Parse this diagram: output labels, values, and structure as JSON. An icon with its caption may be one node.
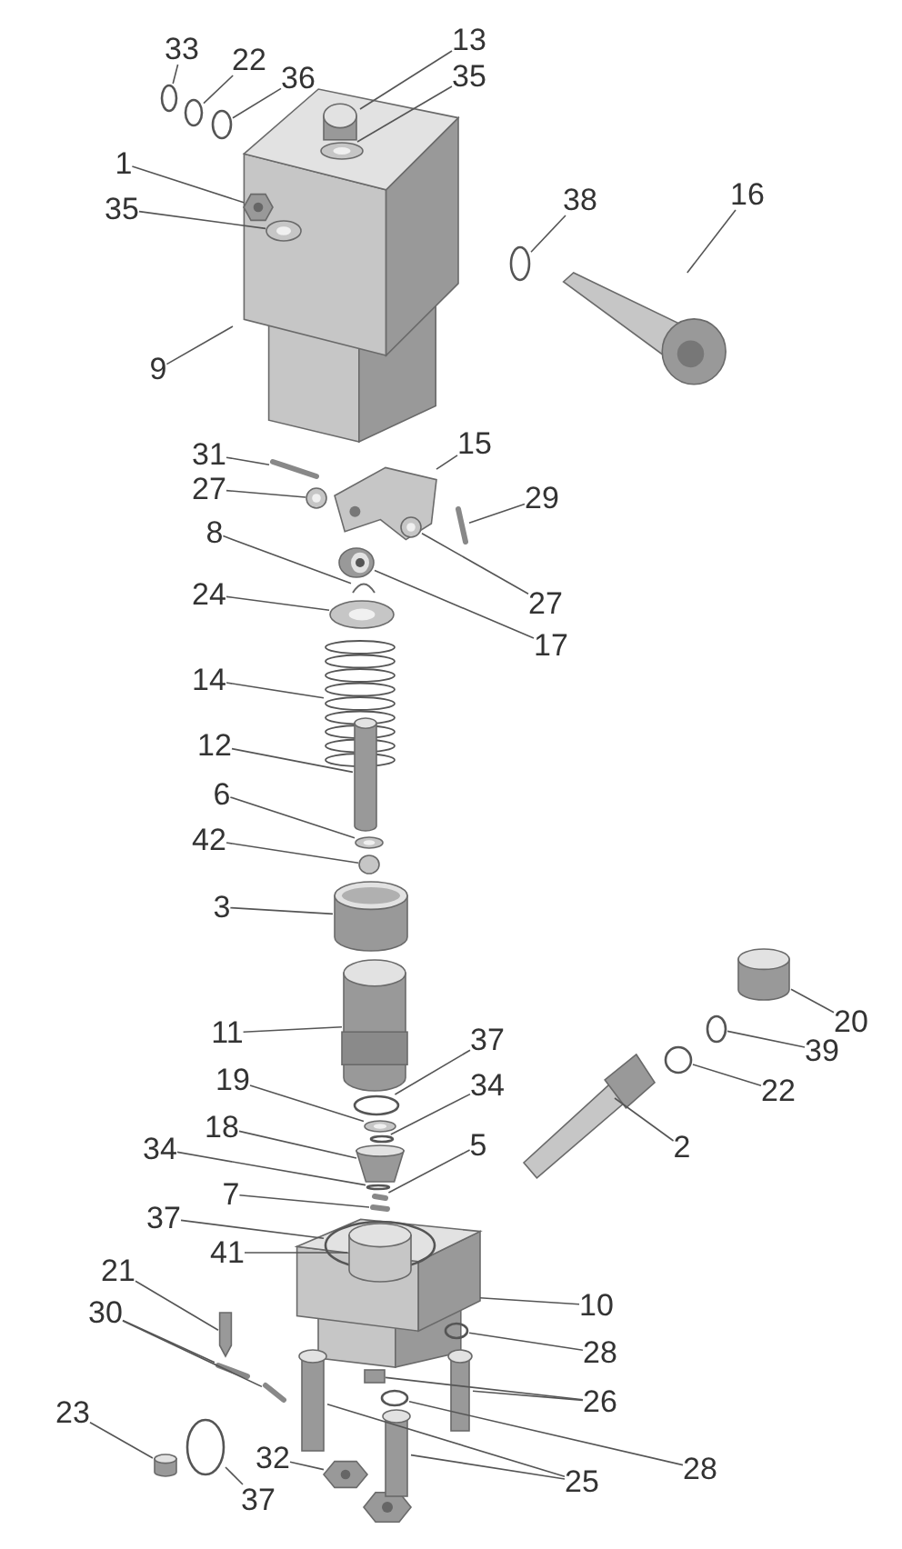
{
  "diagram": {
    "nodes": [
      {
        "text": [
          "33"
        ]
      },
      {
        "text": [],
        "shape": "ring"
      },
      {
        "text": [
          "22"
        ]
      },
      {
        "text": [],
        "shape": "ring"
      },
      {
        "text": [
          "36"
        ]
      },
      {
        "text": [],
        "shape": "ring"
      },
      {
        "text": [],
        "shape": "block"
      },
      {
        "text": [
          "13"
        ]
      },
      {
        "text": [],
        "shape": "cap",
        "in": 6
      },
      {
        "text": [
          "35"
        ]
      },
      {
        "text": [],
        "shape": "washer",
        "in": 6
      },
      {
        "text": [
          "1"
        ]
      },
      {
        "text": [],
        "shape": "nut",
        "in": 6
      },
      {
        "text": [
          "35"
        ]
      },
      {
        "text": [],
        "shape": "washer",
        "in": 6
      },
      {
        "text": [
          "38"
        ]
      },
      {
        "text": [],
        "shape": "ring"
      },
      {
        "text": [
          "16"
        ]
      },
      {
        "text": [],
        "shape": "arm"
      },
      {
        "text": [
          "9"
        ]
      },
      {
        "text": [
          "31"
        ]
      },
      {
        "text": [],
        "shape": "pin"
      },
      {
        "text": [
          "27"
        ]
      },
      {
        "text": [],
        "shape": "washer"
      },
      {
        "text": [
          "15"
        ]
      },
      {
        "text": [],
        "shape": "lever"
      },
      {
        "text": [],
        "shape": "washer",
        "in": 25
      },
      {
        "text": [
          "29"
        ]
      },
      {
        "text": [],
        "shape": "pin"
      },
      {
        "text": [
          "8"
        ]
      },
      {
        "text": [],
        "shape": "clip"
      },
      {
        "text": [
          "27"
        ]
      },
      {
        "text": [
          "17"
        ]
      },
      {
        "text": [],
        "shape": "roller"
      },
      {
        "text": [
          "24"
        ]
      },
      {
        "text": [],
        "shape": "washer"
      },
      {
        "text": [
          "14"
        ]
      },
      {
        "text": [],
        "shape": "spring"
      },
      {
        "text": [
          "12"
        ]
      },
      {
        "text": [],
        "shape": "rod"
      },
      {
        "text": [
          "6"
        ]
      },
      {
        "text": [],
        "shape": "washer"
      },
      {
        "text": [
          "42"
        ]
      },
      {
        "text": [],
        "shape": "ball"
      },
      {
        "text": [
          "3"
        ]
      },
      {
        "text": [],
        "shape": "cup"
      },
      {
        "text": [
          "20"
        ]
      },
      {
        "text": [],
        "shape": "plug"
      },
      {
        "text": [
          "39"
        ]
      },
      {
        "text": [],
        "shape": "ring"
      },
      {
        "text": [
          "11"
        ]
      },
      {
        "text": [],
        "shape": "sleeve"
      },
      {
        "text": [
          "37"
        ]
      },
      {
        "text": [],
        "shape": "ring"
      },
      {
        "text": [
          "22"
        ]
      },
      {
        "text": [],
        "shape": "ring"
      },
      {
        "text": [
          "19"
        ]
      },
      {
        "text": [],
        "shape": "washer"
      },
      {
        "text": [
          "34"
        ]
      },
      {
        "text": [],
        "shape": "ring"
      },
      {
        "text": [
          "18"
        ]
      },
      {
        "text": [],
        "shape": "valve"
      },
      {
        "text": [
          "2"
        ]
      },
      {
        "text": [],
        "shape": "shaft"
      },
      {
        "text": [
          "34"
        ]
      },
      {
        "text": [],
        "shape": "ring"
      },
      {
        "text": [
          "5"
        ]
      },
      {
        "text": [],
        "shape": "pin"
      },
      {
        "text": [
          "7"
        ]
      },
      {
        "text": [],
        "shape": "pin"
      },
      {
        "text": [
          "37"
        ]
      },
      {
        "text": [],
        "shape": "block"
      },
      {
        "text": [],
        "shape": "ring",
        "in": 71
      },
      {
        "text": [
          "41"
        ]
      },
      {
        "text": [],
        "shape": "boss",
        "in": 71
      },
      {
        "text": [
          "10"
        ]
      },
      {
        "text": [
          "21"
        ]
      },
      {
        "text": [],
        "shape": "screw"
      },
      {
        "text": [
          "30"
        ]
      },
      {
        "text": [],
        "shape": "pin"
      },
      {
        "text": [],
        "shape": "pin"
      },
      {
        "text": [
          "28"
        ]
      },
      {
        "text": [],
        "shape": "ring",
        "in": 71
      },
      {
        "text": [
          "26"
        ]
      },
      {
        "text": [],
        "shape": "stub"
      },
      {
        "text": [],
        "shape": "bolt"
      },
      {
        "text": [],
        "shape": "bolt"
      },
      {
        "text": [
          "23"
        ]
      },
      {
        "text": [],
        "shape": "plug"
      },
      {
        "text": [],
        "shape": "ring"
      },
      {
        "text": [],
        "shape": "bolt"
      },
      {
        "text": [
          "37"
        ]
      },
      {
        "text": [],
        "shape": "ring"
      },
      {
        "text": [
          "32"
        ]
      },
      {
        "text": [],
        "shape": "nut"
      },
      {
        "text": [
          "25"
        ]
      },
      {
        "text": [
          "28"
        ]
      }
    ],
    "edges": [
      {
        "from": 0,
        "to": 1,
        "arrow": "none"
      },
      {
        "from": 2,
        "to": 3,
        "arrow": "none"
      },
      {
        "from": 4,
        "to": 5,
        "arrow": "none"
      },
      {
        "from": 7,
        "to": 8,
        "arrow": "none"
      },
      {
        "from": 9,
        "to": 10,
        "arrow": "none"
      },
      {
        "from": 11,
        "to": 12,
        "arrow": "none"
      },
      {
        "from": 13,
        "to": 14,
        "arrow": "none"
      },
      {
        "from": 15,
        "to": 16,
        "arrow": "none"
      },
      {
        "from": 17,
        "to": 18,
        "arrow": "none"
      },
      {
        "from": 19,
        "to": 6,
        "arrow": "none"
      },
      {
        "from": 20,
        "to": 21,
        "arrow": "none"
      },
      {
        "from": 22,
        "to": 23,
        "arrow": "none"
      },
      {
        "from": 24,
        "to": 25,
        "arrow": "none"
      },
      {
        "from": 27,
        "to": 28,
        "arrow": "none"
      },
      {
        "from": 29,
        "to": 30,
        "arrow": "none"
      },
      {
        "from": 31,
        "to": 26,
        "arrow": "none"
      },
      {
        "from": 32,
        "to": 33,
        "arrow": "none"
      },
      {
        "from": 34,
        "to": 35,
        "arrow": "none"
      },
      {
        "from": 36,
        "to": 37,
        "arrow": "none"
      },
      {
        "from": 38,
        "to": 39,
        "arrow": "none"
      },
      {
        "from": 40,
        "to": 41,
        "arrow": "none"
      },
      {
        "from": 42,
        "to": 43,
        "arrow": "none"
      },
      {
        "from": 44,
        "to": 45,
        "arrow": "none"
      },
      {
        "from": 46,
        "to": 47,
        "arrow": "none"
      },
      {
        "from": 48,
        "to": 49,
        "arrow": "none"
      },
      {
        "from": 50,
        "to": 51,
        "arrow": "none"
      },
      {
        "from": 52,
        "to": 53,
        "arrow": "none"
      },
      {
        "from": 54,
        "to": 55,
        "arrow": "none"
      },
      {
        "from": 56,
        "to": 57,
        "arrow": "none"
      },
      {
        "from": 58,
        "to": 59,
        "arrow": "none"
      },
      {
        "from": 60,
        "to": 61,
        "arrow": "none"
      },
      {
        "from": 62,
        "to": 63,
        "arrow": "none"
      },
      {
        "from": 64,
        "to": 65,
        "arrow": "none"
      },
      {
        "from": 66,
        "to": 67,
        "arrow": "none"
      },
      {
        "from": 68,
        "to": 69,
        "arrow": "none"
      },
      {
        "from": 70,
        "to": 72,
        "arrow": "none"
      },
      {
        "from": 73,
        "to": 74,
        "arrow": "none"
      },
      {
        "from": 75,
        "to": 71,
        "arrow": "none"
      },
      {
        "from": 76,
        "to": 77,
        "arrow": "none"
      },
      {
        "from": 78,
        "to": 79,
        "arrow": "none"
      },
      {
        "from": 78,
        "to": 80,
        "arrow": "none"
      },
      {
        "from": 81,
        "to": 82,
        "arrow": "none"
      },
      {
        "from": 83,
        "to": 84,
        "arrow": "none"
      },
      {
        "from": 83,
        "to": 85,
        "arrow": "none"
      },
      {
        "from": 87,
        "to": 88,
        "arrow": "none"
      },
      {
        "from": 91,
        "to": 92,
        "arrow": "none"
      },
      {
        "from": 93,
        "to": 94,
        "arrow": "none"
      },
      {
        "from": 95,
        "to": 86,
        "arrow": "none"
      },
      {
        "from": 95,
        "to": 90,
        "arrow": "none"
      },
      {
        "from": 96,
        "to": 89,
        "arrow": "none"
      }
    ]
  }
}
